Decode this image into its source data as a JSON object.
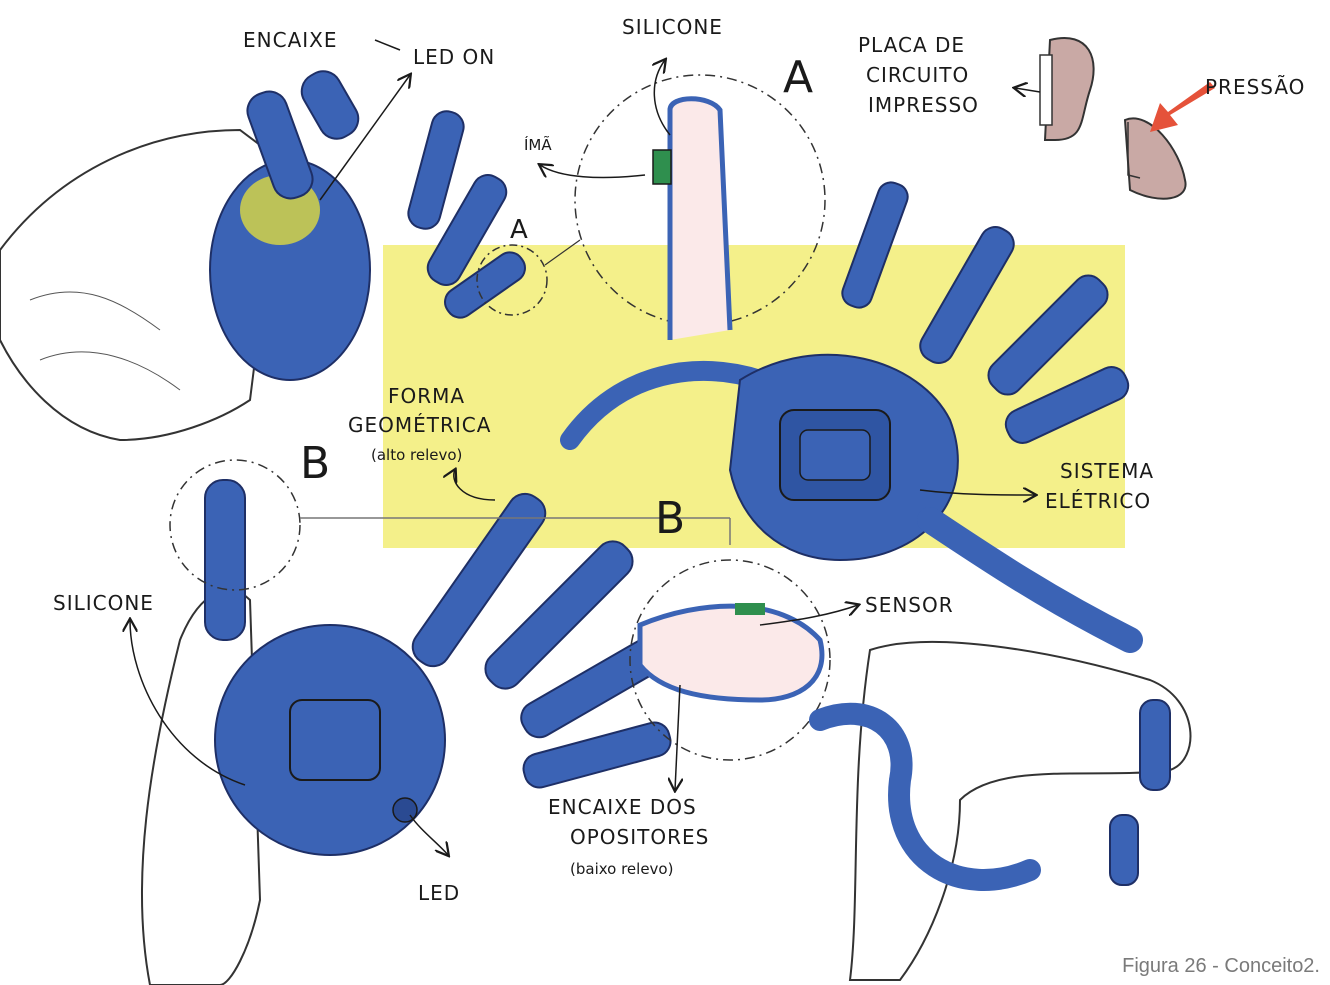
{
  "labels": {
    "encaixe": "ENCAIXE",
    "led_on": "LED ON",
    "silicone_top": "SILICONE",
    "letter_a_big": "A",
    "placa_line1": "PLACA DE",
    "placa_line2": "CIRCUITO",
    "placa_line3": "IMPRESSO",
    "pressao": "PRESSÃO",
    "ima": "ÍMÃ",
    "letter_a_small": "A",
    "forma_line1": "FORMA",
    "forma_line2": "GEOMÉTRICA",
    "forma_line3": "(alto relevo)",
    "letter_b_left": "B",
    "letter_b_center": "B",
    "sistema_line1": "SISTEMA",
    "sistema_line2": "ELÉTRICO",
    "silicone_left": "SILICONE",
    "sensor": "SENSOR",
    "encaixe_dos_line1": "ENCAIXE DOS",
    "encaixe_dos_line2": "OPOSITORES",
    "encaixe_dos_line3": "(baixo relevo)",
    "led": "LED"
  },
  "caption": "Figura 26 - Conceito2.",
  "colors": {
    "glove_blue": "#3b63b5",
    "glove_dark": "#2a4a92",
    "highlight_yellow": "#f4f08a",
    "led_yellow": "#e8e23a",
    "sensor_green": "#2f8f4e",
    "arrow_red": "#e5523a",
    "ink": "#1a1a1a"
  }
}
